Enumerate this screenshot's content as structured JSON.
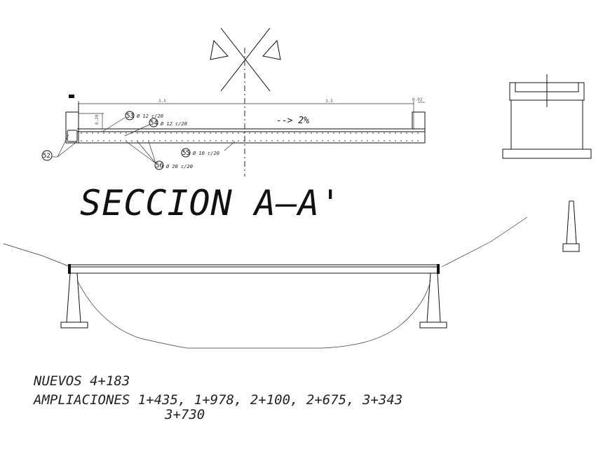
{
  "title": "SECCION A–A'",
  "section": {
    "dim_left": "3.5",
    "dim_right": "3.5",
    "dim_edge": "0.02",
    "slope": "--> 2%",
    "curb_dim": "0.20"
  },
  "rebar": [
    {
      "mark": "53",
      "spec": "Ø 12 c/20"
    },
    {
      "mark": "54",
      "spec": "Ø 12 c/20"
    },
    {
      "mark": "55",
      "spec": "Ø 10 c/20"
    },
    {
      "mark": "56",
      "spec": "Ø 20 c/20"
    },
    {
      "mark": "52",
      "spec": ""
    }
  ],
  "notes": {
    "line1": "NUEVOS 4+183",
    "line2": "AMPLIACIONES 1+435, 1+978, 2+100, 2+675, 3+343",
    "line3": "3+730"
  }
}
